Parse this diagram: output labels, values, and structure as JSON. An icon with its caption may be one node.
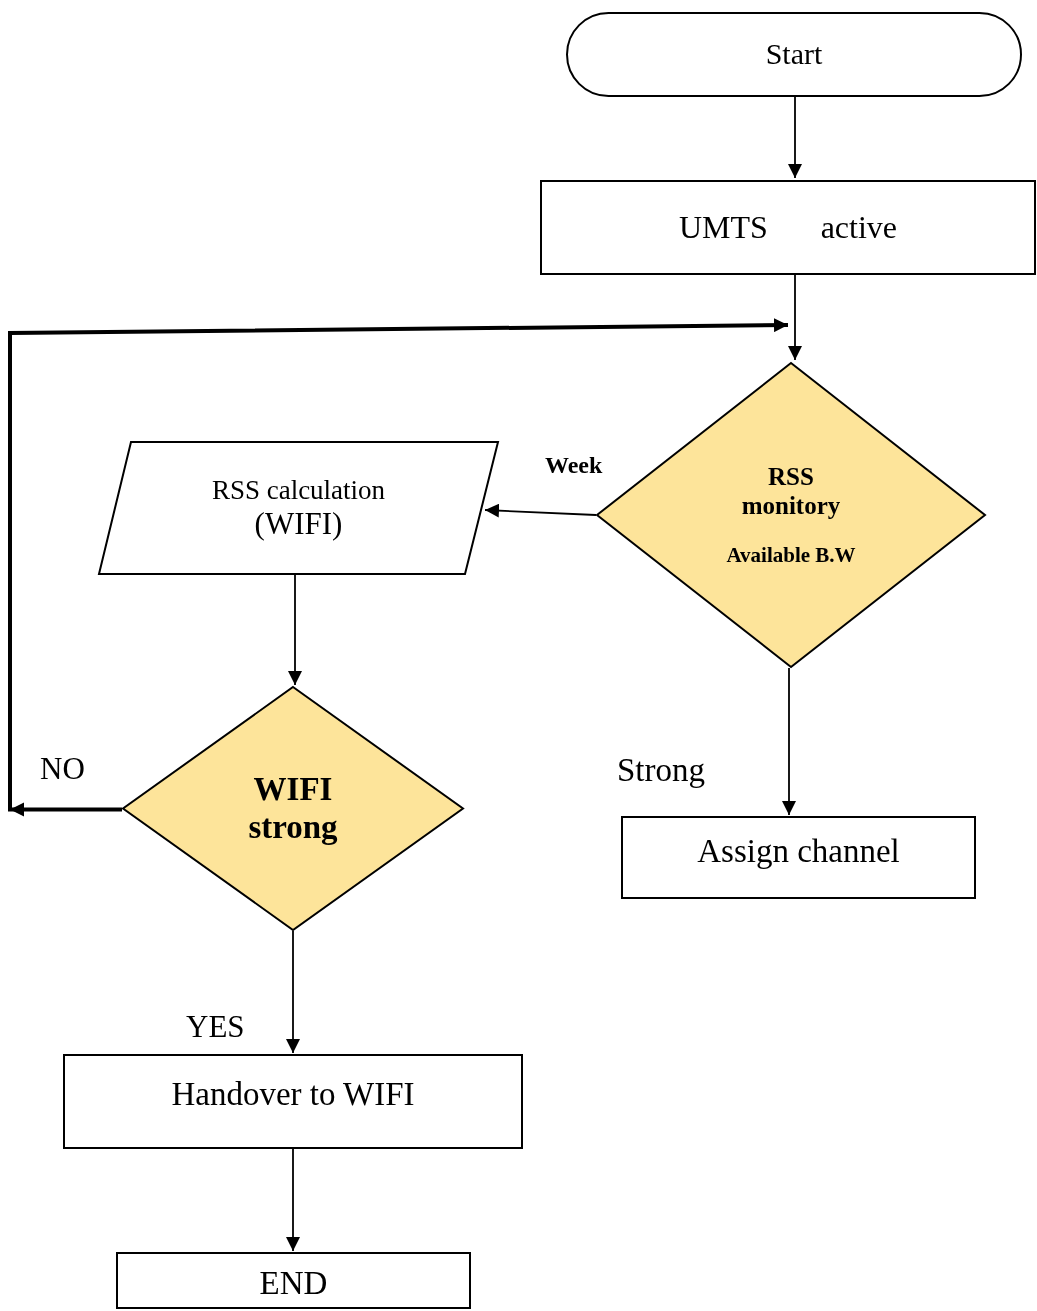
{
  "diagram": {
    "nodes": [
      {
        "text": [
          "Start"
        ]
      },
      {
        "text": [
          "UMTS active"
        ]
      },
      {
        "text": [
          "RSS monitory",
          "Available B.W"
        ]
      },
      {
        "text": [
          "RSS calculation",
          "(WIFI)"
        ]
      },
      {
        "text": [
          "WIFI strong"
        ]
      },
      {
        "text": [
          "Assign channel"
        ]
      },
      {
        "text": [
          "Handover to WIFI"
        ]
      },
      {
        "text": [
          "END"
        ]
      }
    ],
    "edges": [
      {
        "from": 0,
        "to": 1,
        "arrow": "to"
      },
      {
        "from": 1,
        "to": 2,
        "arrow": "to"
      },
      {
        "from": 2,
        "to": 3,
        "arrow": "to",
        "label": "Week"
      },
      {
        "from": 3,
        "to": 4,
        "arrow": "to"
      },
      {
        "from": 2,
        "to": 5,
        "arrow": "to",
        "label": "Strong"
      },
      {
        "from": 4,
        "to": 6,
        "arrow": "to",
        "label": "YES"
      },
      {
        "from": 6,
        "to": 7,
        "arrow": "to"
      },
      {
        "from": 4,
        "to": 2,
        "arrow": "to",
        "label": "NO",
        "style": "thick"
      }
    ]
  }
}
